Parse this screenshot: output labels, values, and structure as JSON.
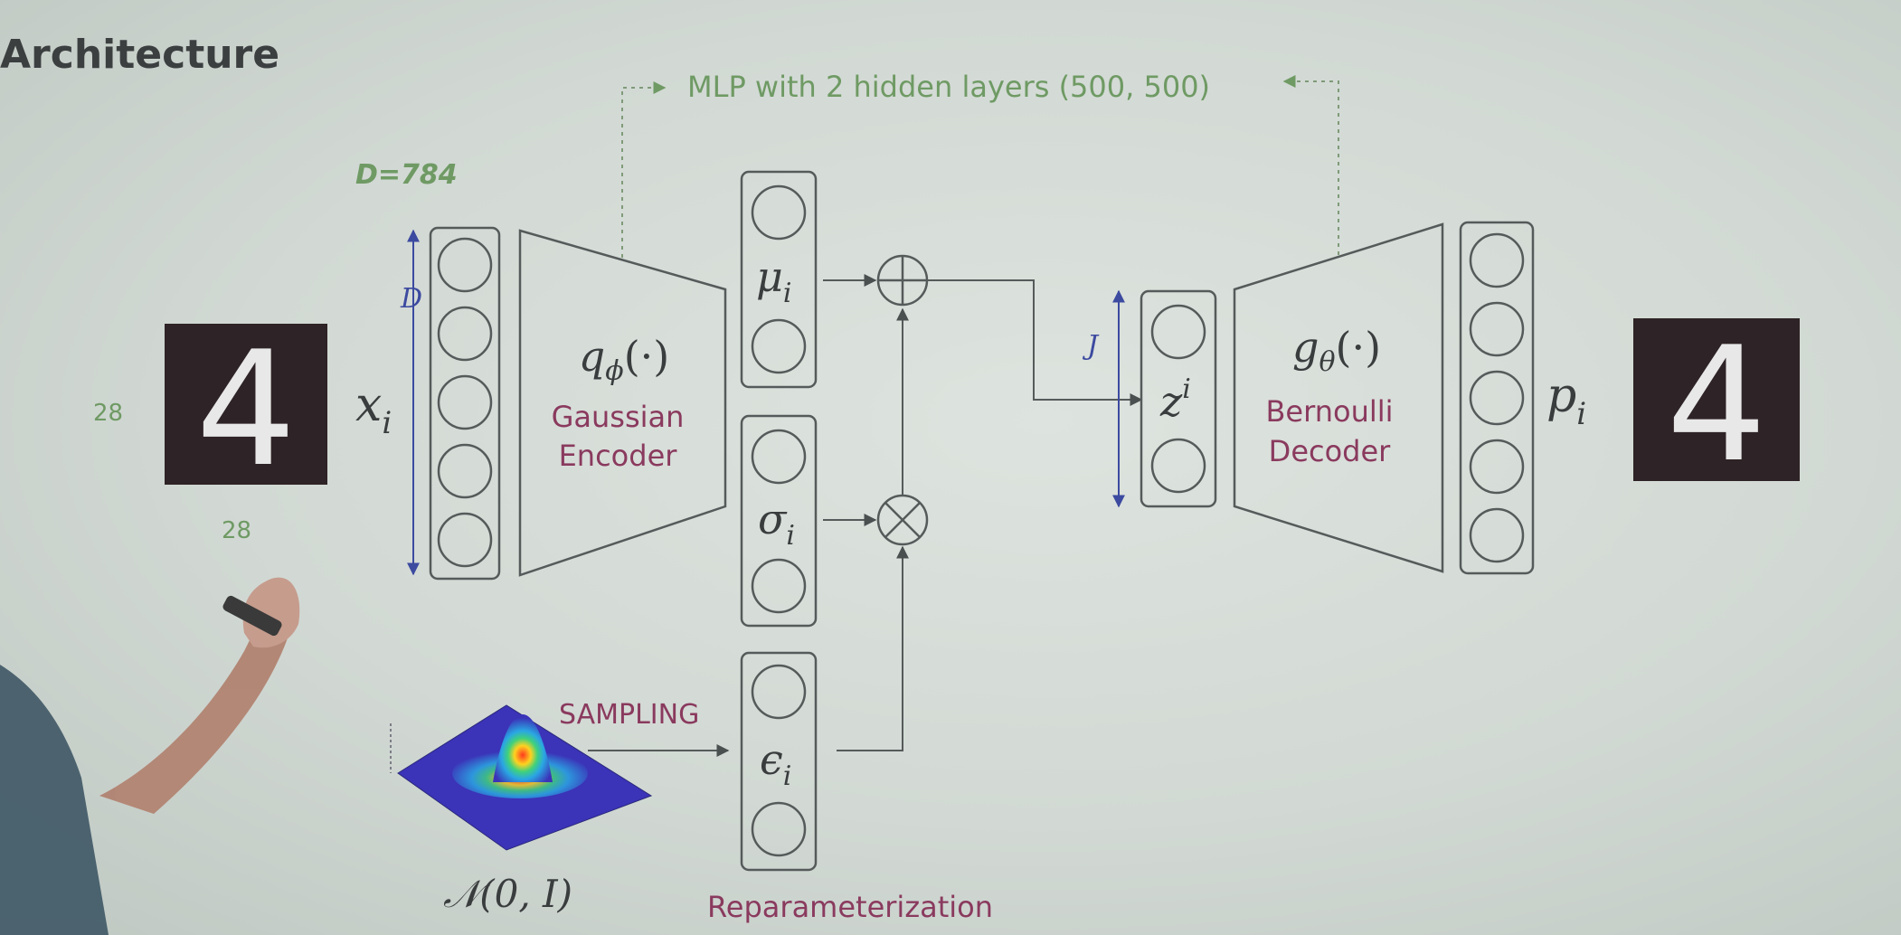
{
  "slide": {
    "title": "Architecture",
    "mlp_note": "MLP with 2 hidden layers (500, 500)",
    "dim_label": "D=784",
    "d_axis": "D",
    "j_axis": "J",
    "image_height": "28",
    "image_width": "28",
    "input_digit": "4",
    "output_digit": "4",
    "x_label": "x",
    "x_sub": "i",
    "mu_label": "μ",
    "mu_sub": "i",
    "sigma_label": "σ",
    "sigma_sub": "i",
    "eps_label": "ϵ",
    "eps_sub": "i",
    "z_label": "z",
    "z_sup": "i",
    "p_label": "p",
    "p_sub": "i",
    "encoder": {
      "func": "q",
      "func_sub": "ϕ",
      "func_arg": "(·)",
      "line1": "Gaussian",
      "line2": "Encoder"
    },
    "decoder": {
      "func": "g",
      "func_sub": "θ",
      "func_arg": "(·)",
      "line1": "Bernoulli",
      "line2": "Decoder"
    },
    "plus_op": "⊕",
    "times_op": "⊗",
    "sampling": "SAMPLING",
    "prior": "𝒩(0, I)",
    "reparam": "Reparameterization"
  },
  "colors": {
    "title": "#3b3f40",
    "green": "#6f9a64",
    "blue": "#3c4aa0",
    "maroon": "#8a3a5e",
    "line": "#555a5a",
    "digit_bg": "#2e2326"
  }
}
